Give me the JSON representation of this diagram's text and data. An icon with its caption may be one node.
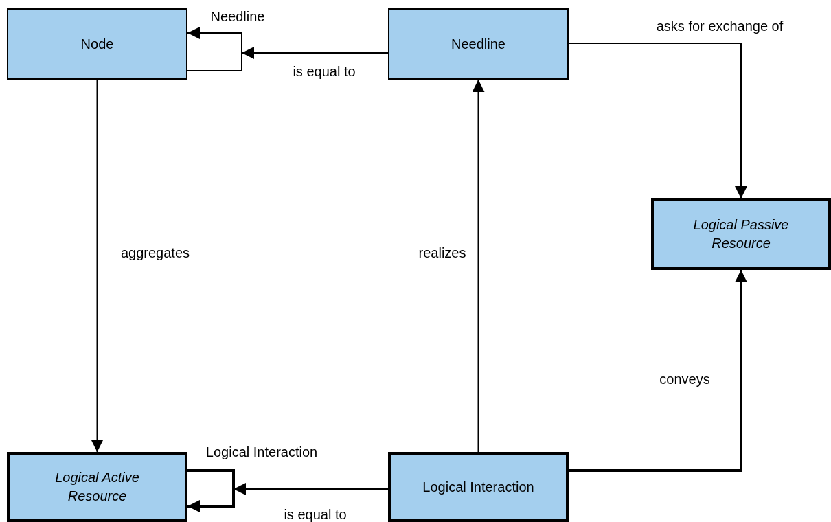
{
  "diagram": {
    "nodes": [
      {
        "text": [
          "Node"
        ]
      },
      {
        "text": [
          "Needline"
        ]
      },
      {
        "text": [
          "Logical Passive Resource"
        ]
      },
      {
        "text": [
          "Logical Active Resource"
        ]
      },
      {
        "text": [
          "Logical Interaction"
        ]
      }
    ],
    "edges": [
      {
        "from": 0,
        "to": 0,
        "arrow": "to",
        "label": "Needline"
      },
      {
        "from": 1,
        "to": null,
        "arrow": "to",
        "label": "is equal to"
      },
      {
        "from": 1,
        "to": 2,
        "arrow": "to",
        "label": "asks for exchange of"
      },
      {
        "from": 0,
        "to": 3,
        "arrow": "to",
        "label": "aggregates"
      },
      {
        "from": 4,
        "to": 1,
        "arrow": "to",
        "label": "realizes"
      },
      {
        "from": 4,
        "to": 2,
        "arrow": "to",
        "label": "conveys",
        "style": "thick"
      },
      {
        "from": 3,
        "to": 3,
        "arrow": "to",
        "label": "Logical Interaction",
        "style": "thick"
      },
      {
        "from": 4,
        "to": null,
        "arrow": "to",
        "label": "is equal to",
        "style": "thick"
      }
    ]
  }
}
